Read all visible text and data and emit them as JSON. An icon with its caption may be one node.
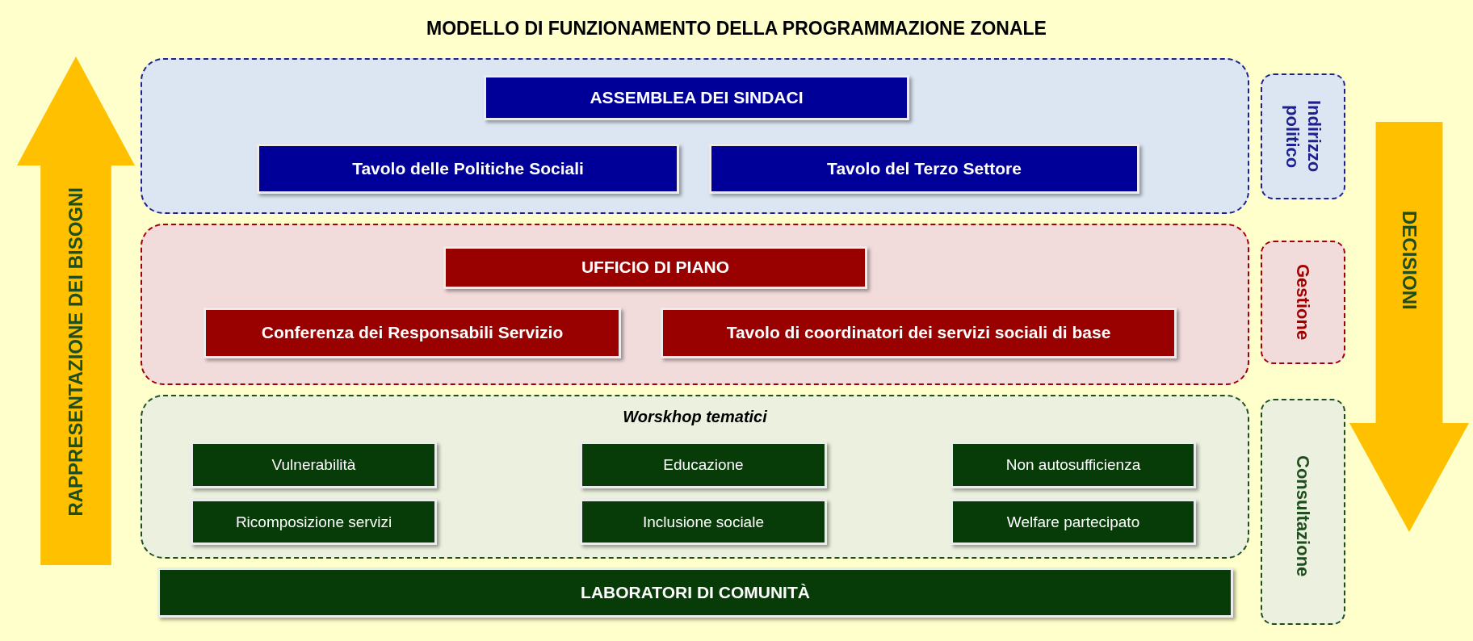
{
  "diagram": {
    "title": "MODELLO DI FUNZIONAMENTO DELLA PROGRAMMAZIONE ZONALE",
    "nodes": [
      {
        "text": [
          "RAPPRESENTAZIONE DEI BISOGNI"
        ]
      },
      {
        "text": [],
        "shape": "box"
      },
      {
        "text": [
          "ASSEMBLEA DEI SINDACI"
        ],
        "in": 1
      },
      {
        "text": [
          "Tavolo delle Politiche Sociali"
        ],
        "in": 1
      },
      {
        "text": [
          "Tavolo del Terzo Settore"
        ],
        "in": 1
      },
      {
        "text": [
          "Indirizzo politico"
        ]
      },
      {
        "text": [],
        "shape": "box"
      },
      {
        "text": [
          "UFFICIO DI PIANO"
        ],
        "in": 6
      },
      {
        "text": [
          "Conferenza dei Responsabili Servizio"
        ],
        "in": 6
      },
      {
        "text": [
          "Tavolo di coordinatori dei servizi sociali di base"
        ],
        "in": 6
      },
      {
        "text": [
          "Gestione"
        ]
      },
      {
        "text": [
          "DECISIONI"
        ]
      },
      {
        "text": [
          "Worskhop tematici"
        ]
      },
      {
        "text": [
          "Vulnerabilità"
        ],
        "in": 12
      },
      {
        "text": [
          "Educazione"
        ],
        "in": 12
      },
      {
        "text": [
          "Non autosufficienza"
        ],
        "in": 12
      },
      {
        "text": [
          "Ricomposizione servizi"
        ],
        "in": 12
      },
      {
        "text": [
          "Inclusione sociale"
        ],
        "in": 12
      },
      {
        "text": [
          "Welfare partecipato"
        ],
        "in": 12
      },
      {
        "text": [
          "LABORATORI DI COMUNITÀ"
        ]
      },
      {
        "text": [
          "Consultazione"
        ]
      }
    ]
  }
}
